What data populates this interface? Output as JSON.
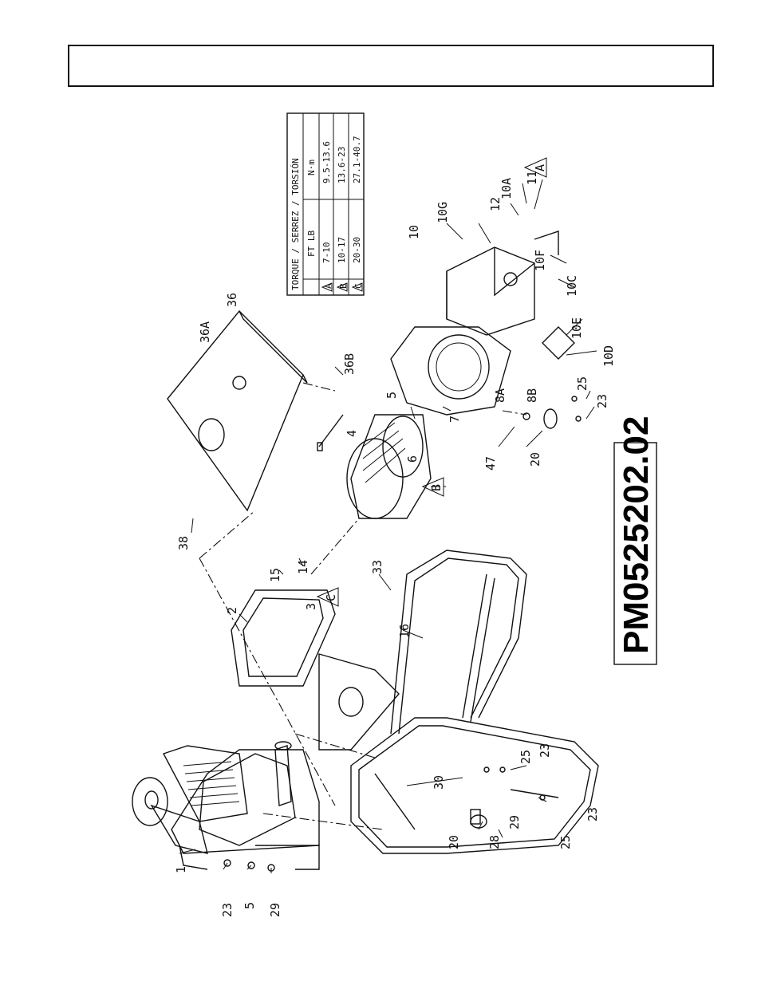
{
  "torque_table": {
    "header": "TORQUE / SERREZ / TORSIÓN",
    "col1": "",
    "col2": "FT LB",
    "col3": "N·m",
    "rows": [
      {
        "mark": "A",
        "ftlb": "7-10",
        "nm": "9.5-13.6"
      },
      {
        "mark": "B",
        "ftlb": "10-17",
        "nm": "13.6-23"
      },
      {
        "mark": "C",
        "ftlb": "20-30",
        "nm": "27.1-40.7"
      }
    ]
  },
  "model_number": "PM0525202.02",
  "callouts": [
    "1",
    "23",
    "5",
    "29",
    "2",
    "15",
    "14",
    "3",
    "C",
    "33",
    "16",
    "38",
    "36A",
    "36",
    "36B",
    "4",
    "5",
    "6",
    "B",
    "7",
    "8A",
    "8B",
    "47",
    "20",
    "25",
    "23",
    "10",
    "10G",
    "12",
    "10A",
    "11",
    "A",
    "10F",
    "10C",
    "10E",
    "10D",
    "30",
    "25",
    "23",
    "28",
    "29",
    "20",
    "25",
    "23"
  ]
}
